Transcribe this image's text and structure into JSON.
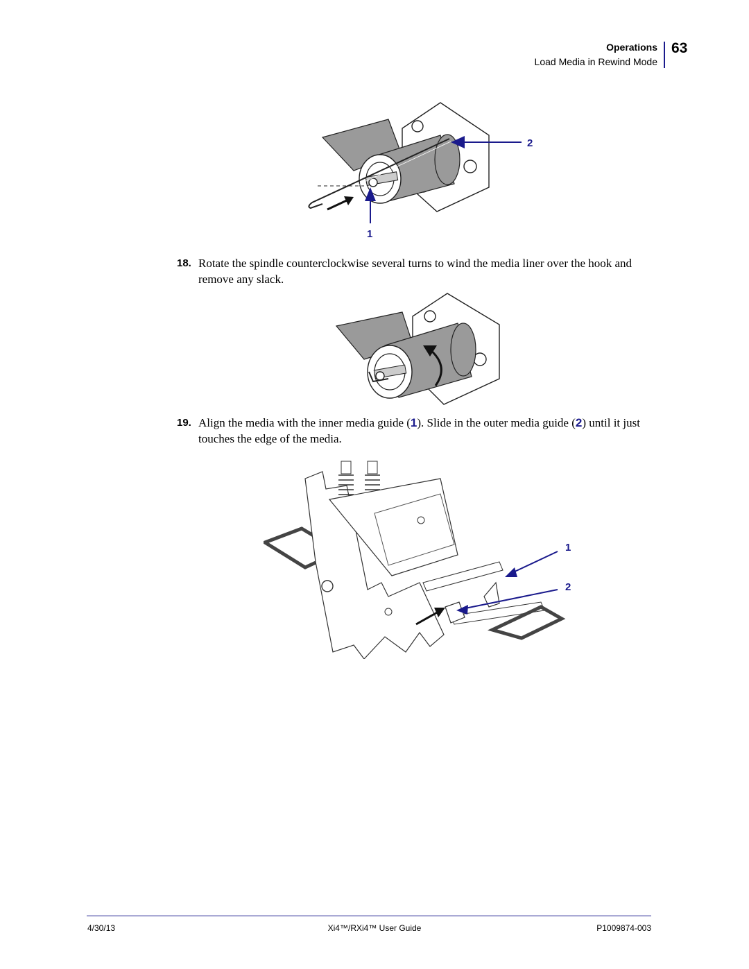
{
  "header": {
    "section": "Operations",
    "subsection": "Load Media in Rewind Mode",
    "page_number": "63"
  },
  "figure1": {
    "callout_1": "1",
    "callout_2": "2",
    "colors": {
      "callout": "#1a1a8c",
      "media": "#9a9a9a"
    }
  },
  "steps": [
    {
      "number": "18.",
      "text": "Rotate the spindle counterclockwise several turns to wind the media liner over the hook and remove any slack."
    },
    {
      "number": "19.",
      "text_before": "Align the media with the inner media guide (",
      "ref_1": "1",
      "text_middle": "). Slide in the outer media guide (",
      "ref_2": "2",
      "text_after": ") until it just touches the edge of the media."
    }
  ],
  "figure3": {
    "callout_1": "1",
    "callout_2": "2"
  },
  "footer": {
    "date": "4/30/13",
    "title": "Xi4™/RXi4™ User Guide",
    "part_number": "P1009874-003"
  }
}
